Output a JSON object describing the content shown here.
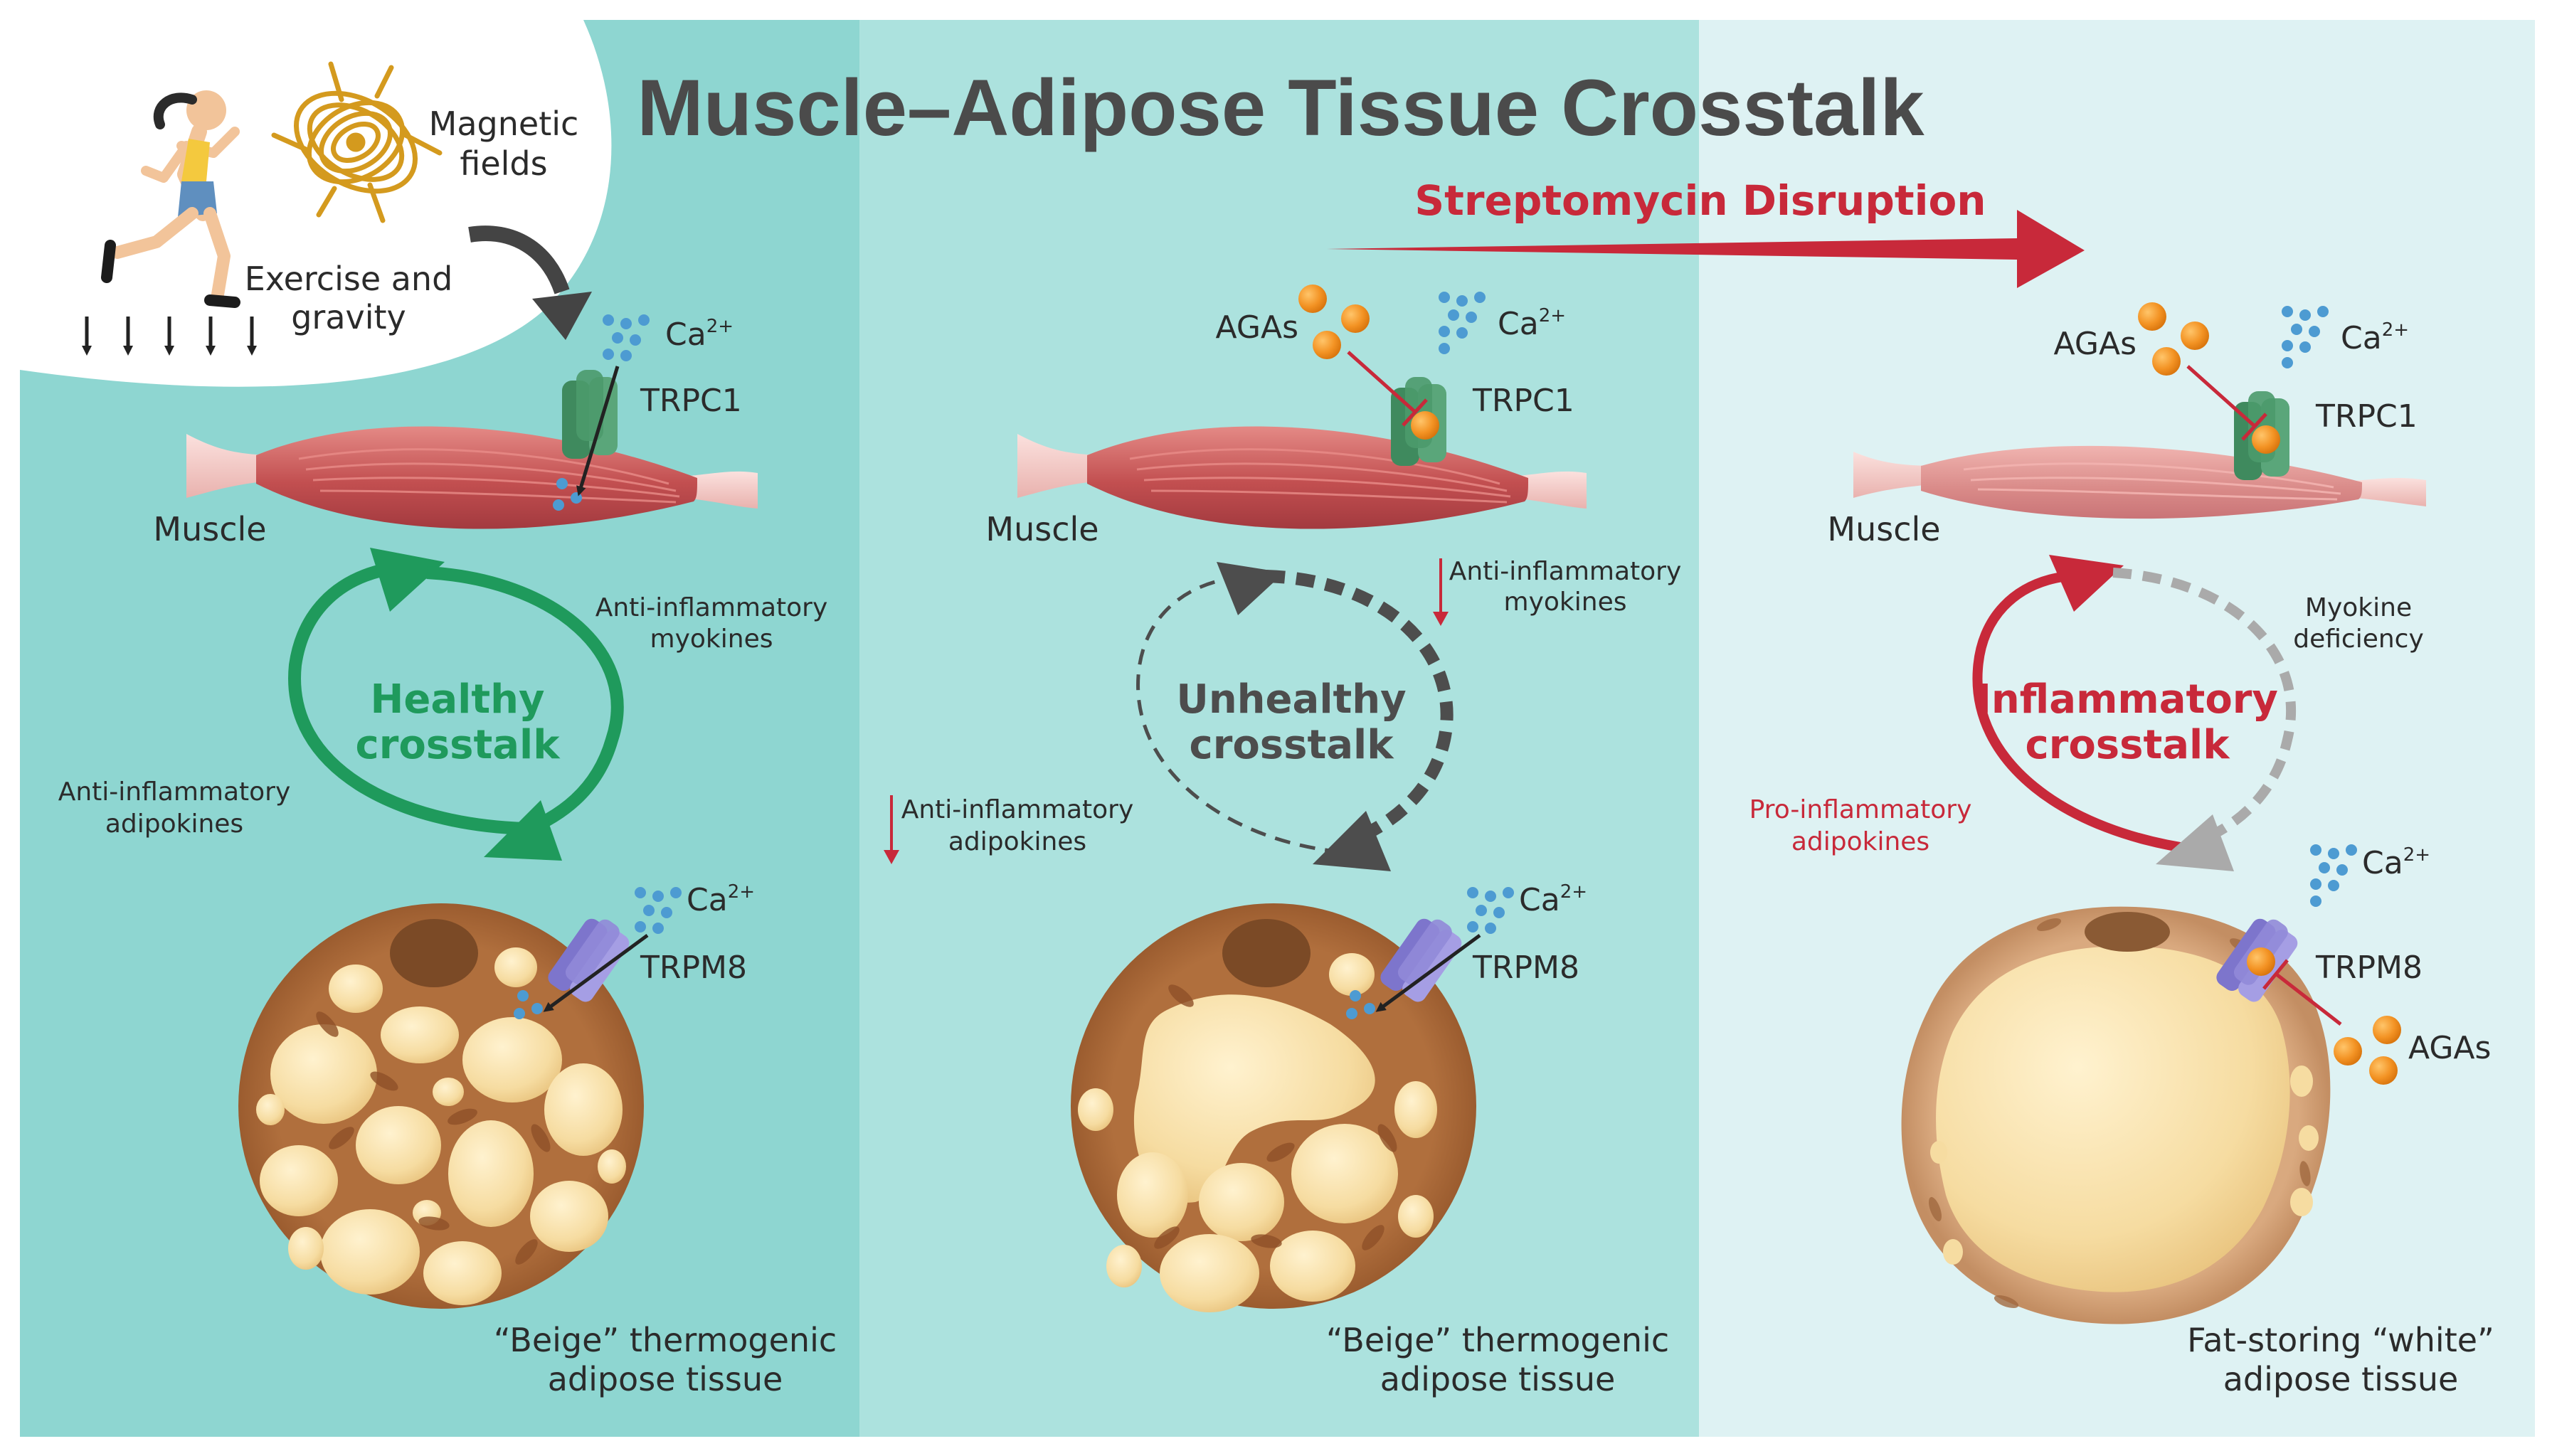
{
  "title": "Muscle–Adipose Tissue Crosstalk",
  "disruption_label": "Streptomycin Disruption",
  "stimuli": {
    "magnetic": [
      "Magnetic",
      "fields"
    ],
    "exercise": [
      "Exercise and",
      "gravity"
    ]
  },
  "colors": {
    "panel1": "#8ed6d1",
    "panel2": "#ace2de",
    "panel3": "#def2f3",
    "healthy": "#1f9a5c",
    "unhealthy": "#4d4d4d",
    "inflammatory": "#c8293a",
    "muscle": "#c85858",
    "trpc1": "#3f8a5e",
    "trpm8": "#8f88d8",
    "aga": "#f39324",
    "calcium": "#4d9bd2"
  },
  "panels": [
    {
      "muscle_label": "Muscle",
      "trpc1_label": "TRPC1",
      "trpm8_label": "TRPM8",
      "ca_label": "Ca",
      "ca_sup": "2+",
      "cycle": [
        "Healthy",
        "crosstalk"
      ],
      "top_signal": [
        "Anti-inflammatory",
        "myokines"
      ],
      "bottom_signal": [
        "Anti-inflammatory",
        "adipokines"
      ],
      "adipose_label": [
        "“Beige” thermogenic",
        "adipose tissue"
      ]
    },
    {
      "muscle_label": "Muscle",
      "trpc1_label": "TRPC1",
      "trpm8_label": "TRPM8",
      "ca_label": "Ca",
      "ca_sup": "2+",
      "aga_label": "AGAs",
      "cycle": [
        "Unhealthy",
        "crosstalk"
      ],
      "top_signal": [
        "Anti-inflammatory",
        "myokines"
      ],
      "bottom_signal": [
        "Anti-inflammatory",
        "adipokines"
      ],
      "adipose_label": [
        "“Beige” thermogenic",
        "adipose tissue"
      ]
    },
    {
      "muscle_label": "Muscle",
      "trpc1_label": "TRPC1",
      "trpm8_label": "TRPM8",
      "ca_label": "Ca",
      "ca_sup": "2+",
      "aga_label": "AGAs",
      "aga_label_2": "AGAs",
      "cycle": [
        "Inflammatory",
        "crosstalk"
      ],
      "top_signal": [
        "Myokine",
        "deficiency"
      ],
      "bottom_signal": [
        "Pro-inflammatory",
        "adipokines"
      ],
      "adipose_label": [
        "Fat-storing “white”",
        "adipose tissue"
      ]
    }
  ]
}
